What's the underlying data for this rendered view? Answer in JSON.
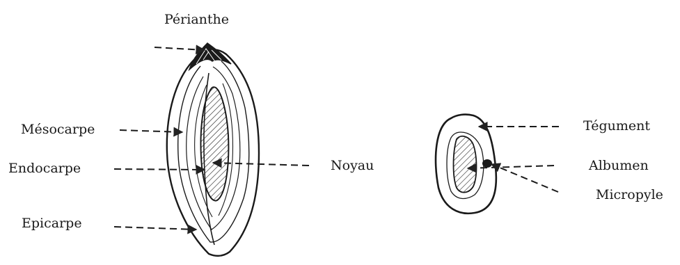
{
  "fruit": {
    "labels": {
      "perianthe": "Périanthe",
      "mesocarpe": "Mésocarpe",
      "endocarpe": "Endocarpe",
      "epicarpe": "Epicarpe",
      "noyau": "Noyau"
    }
  },
  "seed": {
    "labels": {
      "tegument": "Tégument",
      "albumen": "Albumen",
      "micropyle": "Micropyle"
    }
  },
  "colors": {
    "ink": "#1a1a1a",
    "background": "#ffffff"
  }
}
